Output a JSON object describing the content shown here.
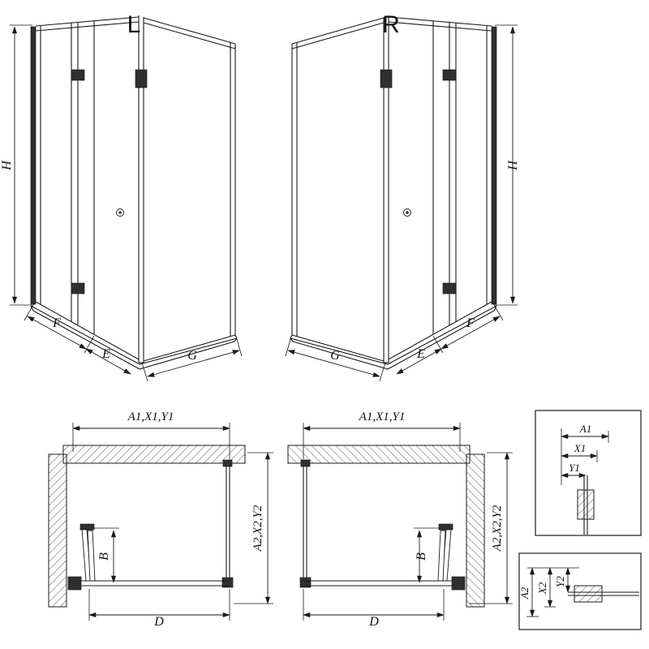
{
  "views": {
    "l3d": {
      "title": "L",
      "h": "H",
      "f": "F",
      "e": "E",
      "g": "G"
    },
    "r3d": {
      "title": "R",
      "h": "H",
      "f": "F",
      "e": "E",
      "g": "G"
    },
    "lplan": {
      "a1": "A1,X1,Y1",
      "a2": "A2,X2,Y2",
      "b": "B",
      "d": "D"
    },
    "rplan": {
      "a1": "A1,X1,Y1",
      "a2": "A2,X2,Y2",
      "b": "B",
      "d": "D"
    },
    "d1": {
      "a1": "A1",
      "x1": "X1",
      "y1": "Y1"
    },
    "d2": {
      "a2": "A2",
      "x2": "X2",
      "y2": "Y2"
    }
  },
  "colors": {
    "line": "#1a1a1a",
    "profile_dark": "#2f2f2f",
    "background": "#ffffff"
  }
}
